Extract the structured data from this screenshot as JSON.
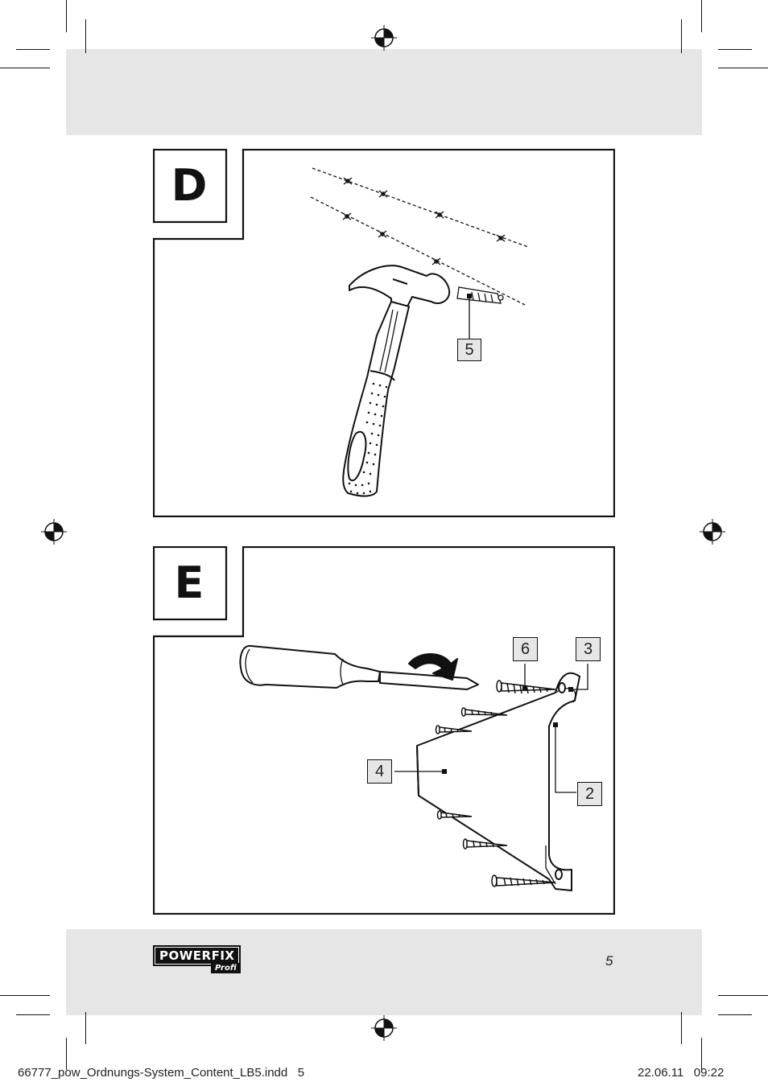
{
  "panels": [
    {
      "letter": "D",
      "callouts": [
        "5"
      ]
    },
    {
      "letter": "E",
      "callouts": [
        "6",
        "3",
        "4",
        "2"
      ]
    }
  ],
  "footer": {
    "brand": "POWERFIX",
    "brand_sub": "Profi",
    "page_number": "5"
  },
  "slug": {
    "file": "66777_pow_Ordnungs-System_Content_LB5.indd",
    "page": "5",
    "date": "22.06.11",
    "time": "09:22"
  }
}
